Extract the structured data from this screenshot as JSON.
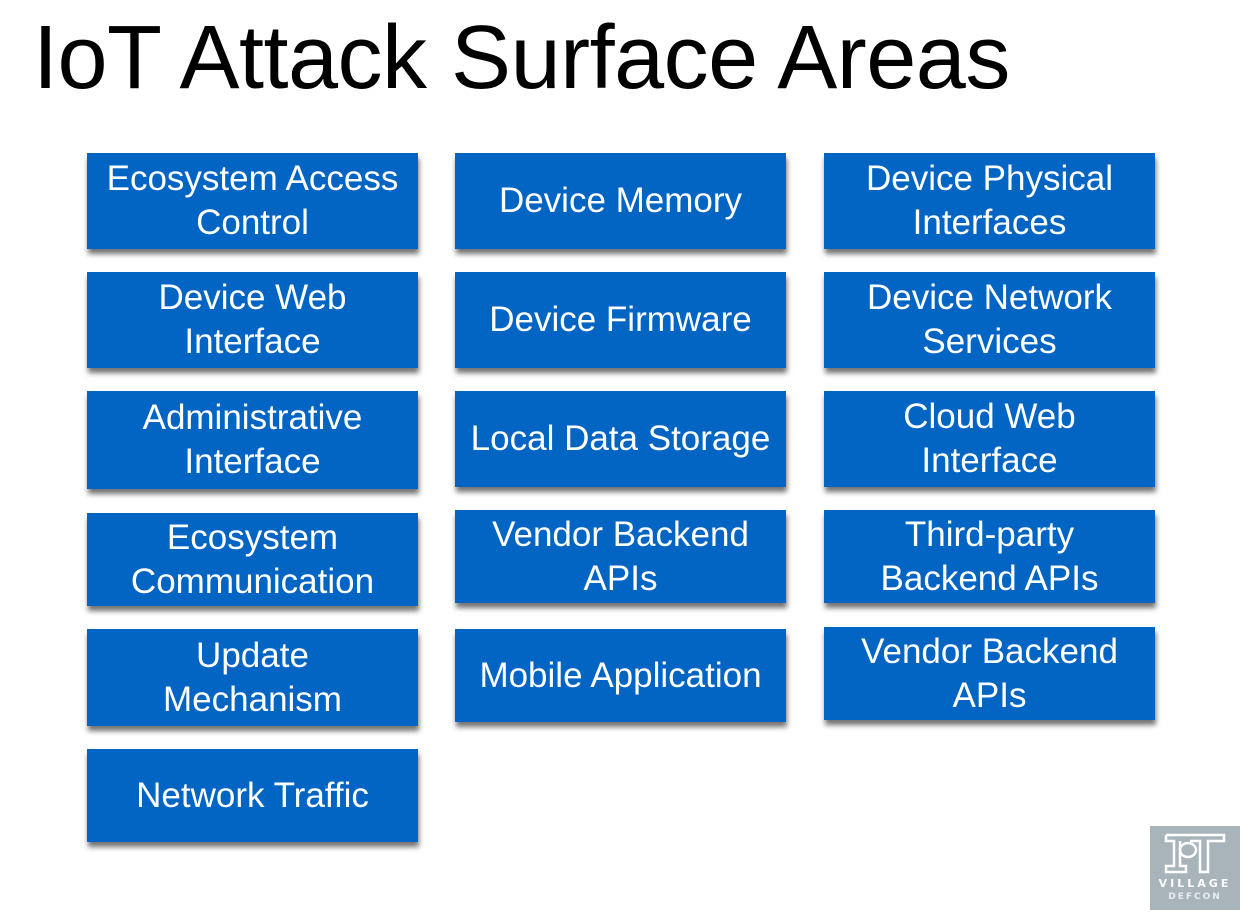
{
  "slide": {
    "title": "IoT Attack Surface Areas",
    "box_color": "#0264c3",
    "columns": [
      {
        "items": [
          {
            "label": "Ecosystem Access\nControl"
          },
          {
            "label": "Device Web\nInterface"
          },
          {
            "label": "Administrative\nInterface"
          },
          {
            "label": "Ecosystem\nCommunication"
          },
          {
            "label": "Update\nMechanism"
          },
          {
            "label": "Network Traffic"
          }
        ]
      },
      {
        "items": [
          {
            "label": "Device Memory"
          },
          {
            "label": "Device Firmware"
          },
          {
            "label": "Local Data Storage"
          },
          {
            "label": "Vendor Backend\nAPIs"
          },
          {
            "label": "Mobile Application"
          }
        ]
      },
      {
        "items": [
          {
            "label": "Device Physical\nInterfaces"
          },
          {
            "label": "Device Network\nServices"
          },
          {
            "label": "Cloud Web\nInterface"
          },
          {
            "label": "Third-party\nBackend APIs"
          },
          {
            "label": "Vendor Backend\nAPIs"
          }
        ]
      }
    ],
    "logo": {
      "icon": "iot-village-logo-icon",
      "line1": "VILLAGE",
      "line2": "DEFCON"
    }
  }
}
